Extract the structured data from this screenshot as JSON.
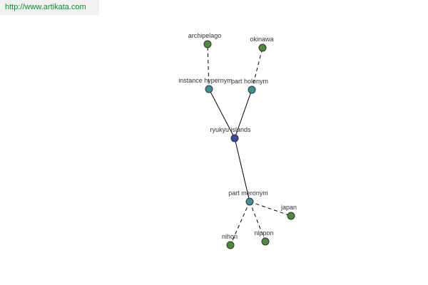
{
  "watermark": {
    "url": "http://www.artikata.com"
  },
  "colors": {
    "center": "#3a4aa0",
    "relation": "#3f8f95",
    "leaf": "#4f8a3d"
  },
  "graph": {
    "nodes": [
      {
        "id": "ryukyu",
        "label": "ryukyu islands",
        "kind": "center"
      },
      {
        "id": "hypernym",
        "label": "instance hypernym",
        "kind": "relation"
      },
      {
        "id": "holonym",
        "label": "part holonym",
        "kind": "relation"
      },
      {
        "id": "meronym",
        "label": "part meronym",
        "kind": "relation"
      },
      {
        "id": "archipelago",
        "label": "archipelago",
        "kind": "leaf"
      },
      {
        "id": "okinawa",
        "label": "okinawa",
        "kind": "leaf"
      },
      {
        "id": "japan",
        "label": "japan",
        "kind": "leaf"
      },
      {
        "id": "nihon",
        "label": "nihon",
        "kind": "leaf"
      },
      {
        "id": "nippon",
        "label": "nippon",
        "kind": "leaf"
      }
    ],
    "edges": [
      {
        "from": "ryukyu",
        "to": "hypernym",
        "style": "solid"
      },
      {
        "from": "ryukyu",
        "to": "holonym",
        "style": "solid"
      },
      {
        "from": "ryukyu",
        "to": "meronym",
        "style": "solid"
      },
      {
        "from": "hypernym",
        "to": "archipelago",
        "style": "dashed"
      },
      {
        "from": "holonym",
        "to": "okinawa",
        "style": "dashed"
      },
      {
        "from": "meronym",
        "to": "japan",
        "style": "dashed"
      },
      {
        "from": "meronym",
        "to": "nihon",
        "style": "dashed"
      },
      {
        "from": "meronym",
        "to": "nippon",
        "style": "dashed"
      }
    ]
  }
}
